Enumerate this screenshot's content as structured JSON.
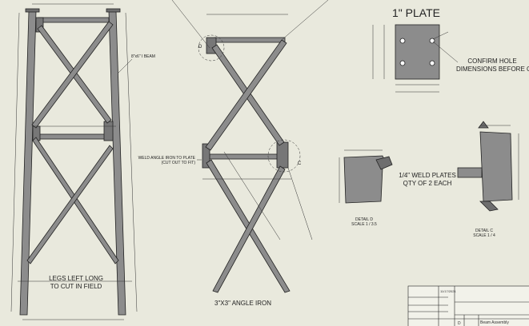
{
  "plate": {
    "title": "1\" PLATE",
    "note_line1": "CONFIRM HOLE",
    "note_line2": "DIMENSIONS BEFORE CUTTING"
  },
  "tower": {
    "note_line1": "LEGS LEFT LONG",
    "note_line2": "TO CUT IN FIELD",
    "beam_label": "8\"x6\" I BEAM"
  },
  "frame": {
    "weld_line1": "WELD ANGLE IRON TO PLATE",
    "weld_line2": "(CUT OUT TO FIT)",
    "angle_iron": "3\"X3\" ANGLE IRON",
    "detail_d_tag": "D",
    "detail_c_tag": "C"
  },
  "weld_plates": {
    "line1": "1/4\" WELD PLATES",
    "line2": "QTY OF 2 EACH"
  },
  "detail_d": {
    "title": "DETAIL  D",
    "scale": "SCALE 1 / 3.5"
  },
  "detail_c": {
    "title": "DETAIL  C",
    "scale": "SCALE 1 / 4"
  },
  "title_block": {
    "date": "11/17/2021",
    "rev": "D",
    "title": "Beam Assembly"
  }
}
